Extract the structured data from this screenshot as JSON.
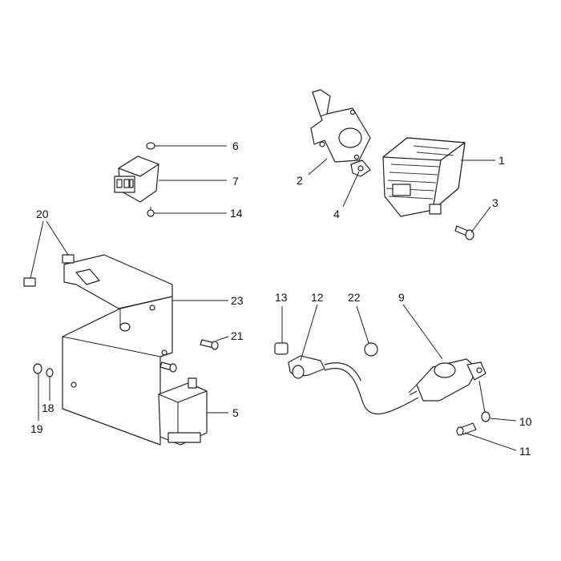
{
  "callouts": [
    {
      "id": "c1",
      "number": "1"
    },
    {
      "id": "c2",
      "number": "2"
    },
    {
      "id": "c3",
      "number": "3"
    },
    {
      "id": "c4",
      "number": "4"
    },
    {
      "id": "c5",
      "number": "5"
    },
    {
      "id": "c6",
      "number": "6"
    },
    {
      "id": "c7",
      "number": "7"
    },
    {
      "id": "c9",
      "number": "9"
    },
    {
      "id": "c10",
      "number": "10"
    },
    {
      "id": "c11",
      "number": "11"
    },
    {
      "id": "c12",
      "number": "12"
    },
    {
      "id": "c13",
      "number": "13"
    },
    {
      "id": "c14",
      "number": "14"
    },
    {
      "id": "c18",
      "number": "18"
    },
    {
      "id": "c19",
      "number": "19"
    },
    {
      "id": "c20",
      "number": "20"
    },
    {
      "id": "c21",
      "number": "21"
    },
    {
      "id": "c22",
      "number": "22"
    },
    {
      "id": "c23",
      "number": "23"
    }
  ],
  "colors": {
    "line": "#222222",
    "background": "#ffffff"
  }
}
